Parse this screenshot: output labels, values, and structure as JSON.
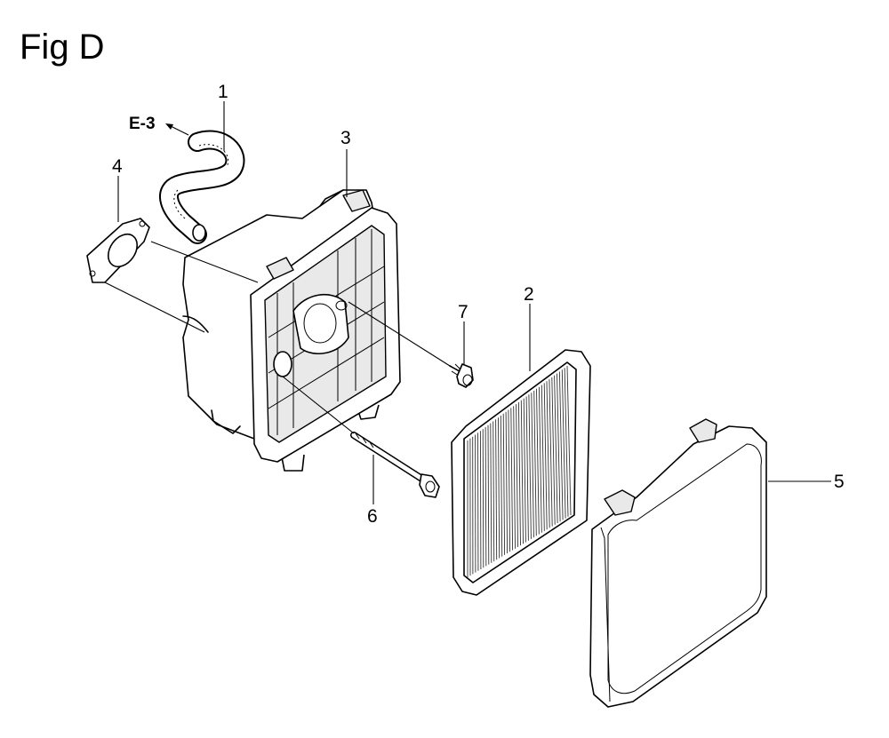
{
  "figure": {
    "title": "Fig D"
  },
  "reference": {
    "label": "E-3"
  },
  "callouts": [
    "1",
    "2",
    "3",
    "4",
    "5",
    "6",
    "7"
  ]
}
